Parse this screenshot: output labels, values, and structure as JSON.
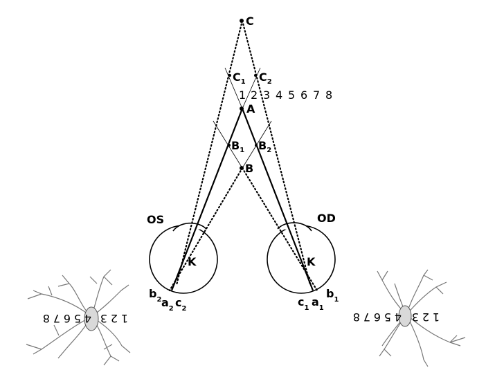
{
  "points": {
    "C": "C",
    "C1": {
      "base": "C",
      "sub": "1"
    },
    "C2": {
      "base": "C",
      "sub": "2"
    },
    "A": "A",
    "B": "B",
    "B1": {
      "base": "B",
      "sub": "1"
    },
    "B2": {
      "base": "B",
      "sub": "2"
    }
  },
  "scale_top": [
    "1",
    "2",
    "3",
    "4",
    "5",
    "6",
    "7",
    "8"
  ],
  "eyes": {
    "left": {
      "label": "OS",
      "nodal": "K",
      "retina": [
        {
          "base": "b",
          "sub": "2"
        },
        {
          "base": "a",
          "sub": "2"
        },
        {
          "base": "c",
          "sub": "2"
        }
      ]
    },
    "right": {
      "label": "OD",
      "nodal": "K",
      "retina": [
        {
          "base": "c",
          "sub": "1"
        },
        {
          "base": "a",
          "sub": "1"
        },
        {
          "base": "b",
          "sub": "1"
        }
      ]
    }
  },
  "fundus": {
    "left_scale": [
      "1",
      "2",
      "3",
      "4",
      "5",
      "6",
      "7",
      "8"
    ],
    "right_scale": [
      "1",
      "2",
      "3",
      "4",
      "5",
      "6",
      "7",
      "8"
    ]
  }
}
